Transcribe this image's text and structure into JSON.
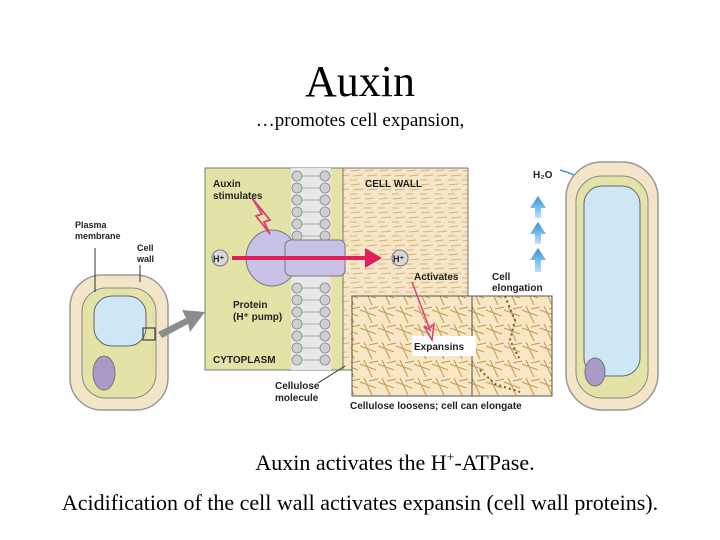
{
  "slide": {
    "title": "Auxin",
    "subtitle": "…promotes cell expansion,",
    "caption1_pre": "Auxin activates the H",
    "caption1_sup": "+",
    "caption1_post": "-ATPase.",
    "caption2": "Acidification of the cell wall activates expansin (cell wall proteins)."
  },
  "diagram": {
    "labels": {
      "plasma_membrane_1": "Plasma",
      "plasma_membrane_2": "membrane",
      "cell_wall_1": "Cell",
      "cell_wall_2": "wall",
      "auxin_stimulates_1": "Auxin",
      "auxin_stimulates_2": "stimulates",
      "cell_wall_header": "CELL WALL",
      "h_left": "H⁺",
      "h_right": "H⁺",
      "protein_1": "Protein",
      "protein_2": "(H⁺ pump)",
      "cytoplasm": "CYTOPLASM",
      "activates": "Activates",
      "expansins": "Expansins",
      "cellulose_1": "Cellulose",
      "cellulose_2": "molecule",
      "cellulose_loosens": "Cellulose loosens; cell can elongate",
      "h2o": "H₂O",
      "cell_elongation_1": "Cell",
      "cell_elongation_2": "elongation"
    },
    "colors": {
      "cell_wall": "#f3e6c8",
      "cytoplasm": "#e3e3a8",
      "vacuole": "#cde7f7",
      "nucleus": "#a99ac7",
      "pump_arrow": "#e0205a",
      "water_arrow": "#3a9ad8",
      "expansin_arrow": "#d8407a"
    }
  }
}
